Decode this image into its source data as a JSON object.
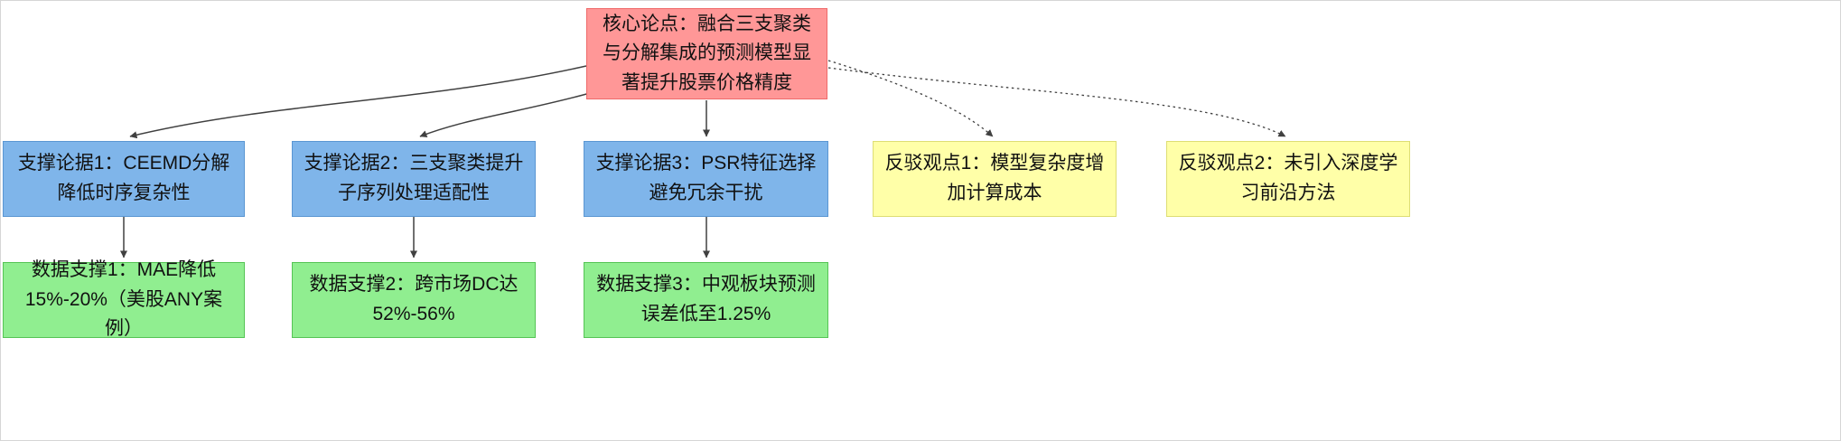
{
  "nodes": {
    "root": {
      "label": "核心论点：融合三支聚类与分解集成的预测模型显著提升股票价格精度"
    },
    "supports": [
      {
        "label": "支撑论据1：CEEMD分解降低时序复杂性"
      },
      {
        "label": "支撑论据2：三支聚类提升子序列处理适配性"
      },
      {
        "label": "支撑论据3：PSR特征选择避免冗余干扰"
      }
    ],
    "evidence": [
      {
        "label": "数据支撑1：MAE降低15%-20%（美股ANY案例）"
      },
      {
        "label": "数据支撑2：跨市场DC达52%-56%"
      },
      {
        "label": "数据支撑3：中观板块预测误差低至1.25%"
      }
    ],
    "rebuttals": [
      {
        "label": "反驳观点1：模型复杂度增加计算成本"
      },
      {
        "label": "反驳观点2：未引入深度学习前沿方法"
      }
    ]
  },
  "edges": [
    {
      "from": "core-claim",
      "to": "support-1",
      "style": "solid"
    },
    {
      "from": "core-claim",
      "to": "support-2",
      "style": "solid"
    },
    {
      "from": "core-claim",
      "to": "support-3",
      "style": "solid"
    },
    {
      "from": "core-claim",
      "to": "rebuttal-1",
      "style": "dotted"
    },
    {
      "from": "core-claim",
      "to": "rebuttal-2",
      "style": "dotted"
    },
    {
      "from": "support-1",
      "to": "evidence-1",
      "style": "solid"
    },
    {
      "from": "support-2",
      "to": "evidence-2",
      "style": "solid"
    },
    {
      "from": "support-3",
      "to": "evidence-3",
      "style": "solid"
    }
  ],
  "colors": {
    "root_fill": "#ff9797",
    "root_border": "#ef6a6a",
    "support_fill": "#7fb5ea",
    "support_border": "#5a96d2",
    "rebuttal_fill": "#ffffa8",
    "rebuttal_border": "#dede74",
    "evidence_fill": "#90ee90",
    "evidence_border": "#55c455",
    "edge_stroke": "#404040",
    "background": "#ffffff"
  }
}
